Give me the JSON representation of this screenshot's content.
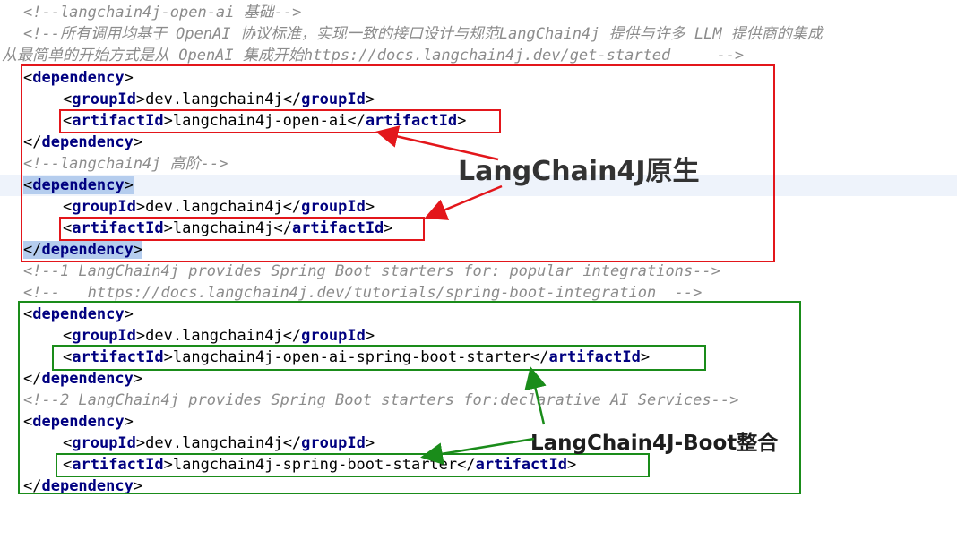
{
  "code": {
    "lines": [
      {
        "type": "comment",
        "text": "<!--langchain4j-open-ai 基础-->"
      },
      {
        "type": "comment",
        "text": "<!--所有调用均基于 OpenAI 协议标准，实现一致的接口设计与规范LangChain4j 提供与许多 LLM 提供商的集成"
      },
      {
        "type": "comment",
        "text": "从最简单的开始方式是从 OpenAI 集成开始https://docs.langchain4j.dev/get-started     -->"
      },
      {
        "type": "open",
        "tag": "dependency"
      },
      {
        "type": "element",
        "tag": "groupId",
        "value": "dev.langchain4j"
      },
      {
        "type": "element",
        "tag": "artifactId",
        "value": "langchain4j-open-ai"
      },
      {
        "type": "close",
        "tag": "dependency"
      },
      {
        "type": "comment",
        "text": "<!--langchain4j 高阶-->"
      },
      {
        "type": "open",
        "tag": "dependency"
      },
      {
        "type": "element",
        "tag": "groupId",
        "value": "dev.langchain4j"
      },
      {
        "type": "element",
        "tag": "artifactId",
        "value": "langchain4j"
      },
      {
        "type": "close",
        "tag": "dependency"
      },
      {
        "type": "comment",
        "text": "<!--1 LangChain4j provides Spring Boot starters for: popular integrations-->"
      },
      {
        "type": "comment",
        "text": "<!--   https://docs.langchain4j.dev/tutorials/spring-boot-integration  -->"
      },
      {
        "type": "open",
        "tag": "dependency"
      },
      {
        "type": "element",
        "tag": "groupId",
        "value": "dev.langchain4j"
      },
      {
        "type": "element",
        "tag": "artifactId",
        "value": "langchain4j-open-ai-spring-boot-starter"
      },
      {
        "type": "close",
        "tag": "dependency"
      },
      {
        "type": "comment",
        "text": "<!--2 LangChain4j provides Spring Boot starters for:declarative AI Services-->"
      },
      {
        "type": "open",
        "tag": "dependency"
      },
      {
        "type": "element",
        "tag": "groupId",
        "value": "dev.langchain4j"
      },
      {
        "type": "element",
        "tag": "artifactId",
        "value": "langchain4j-spring-boot-starter"
      },
      {
        "type": "close",
        "tag": "dependency"
      }
    ]
  },
  "annotations": {
    "native_label": "LangChain4J原生",
    "boot_label": "LangChain4J-Boot整合"
  },
  "colors": {
    "red": "#e3161b",
    "green": "#1a8c1a",
    "tag": "#000080",
    "comment": "#8c8c8c",
    "highlight": "#b5cdee"
  }
}
